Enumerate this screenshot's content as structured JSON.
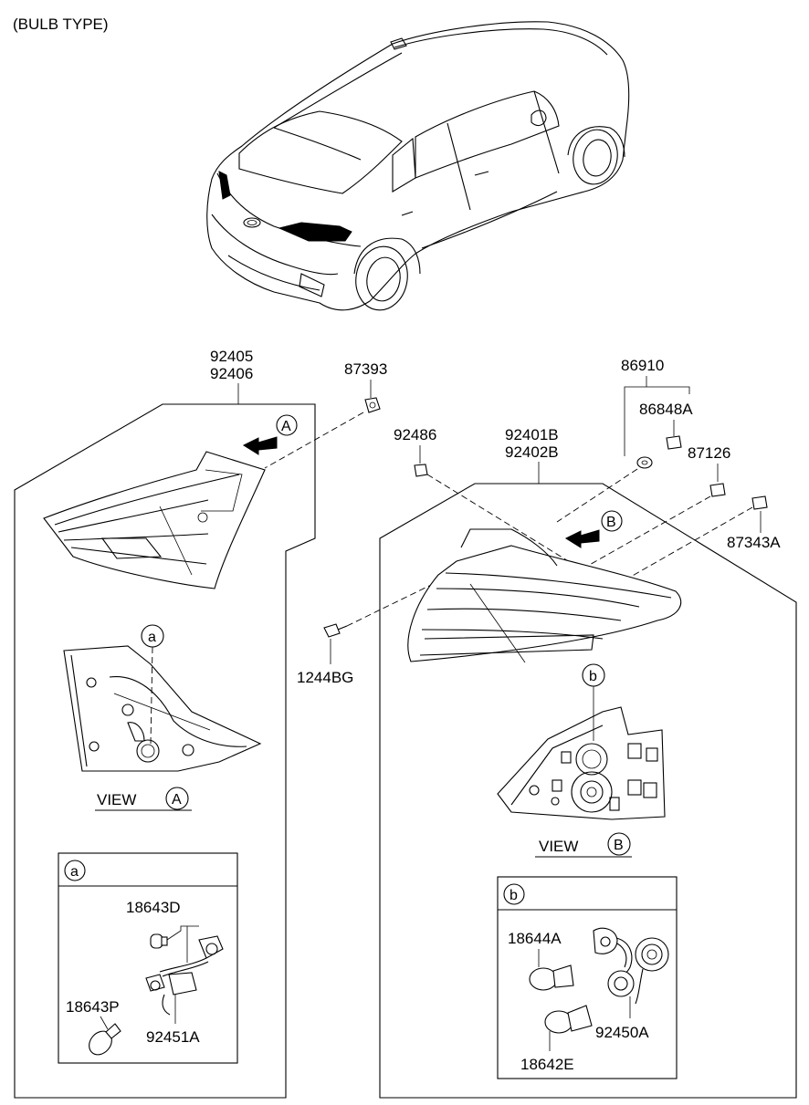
{
  "header": {
    "title": "(BULB TYPE)"
  },
  "views": {
    "view_a": {
      "label": "VIEW",
      "marker": "A"
    },
    "view_b": {
      "label": "VIEW",
      "marker": "B"
    }
  },
  "callouts": {
    "a": "a",
    "b": "b",
    "arrow_a": "A",
    "arrow_b": "B"
  },
  "parts": {
    "p92405": "92405",
    "p92406": "92406",
    "p87393": "87393",
    "p86910": "86910",
    "p86848A": "86848A",
    "p92486": "92486",
    "p92401B": "92401B",
    "p92402B": "92402B",
    "p87126": "87126",
    "p87343A": "87343A",
    "p1244BG": "1244BG"
  },
  "detail_a": {
    "marker": "a",
    "parts": [
      "18643D",
      "18643P",
      "92451A"
    ]
  },
  "detail_b": {
    "marker": "b",
    "parts": [
      "18644A",
      "92450A",
      "18642E"
    ]
  }
}
